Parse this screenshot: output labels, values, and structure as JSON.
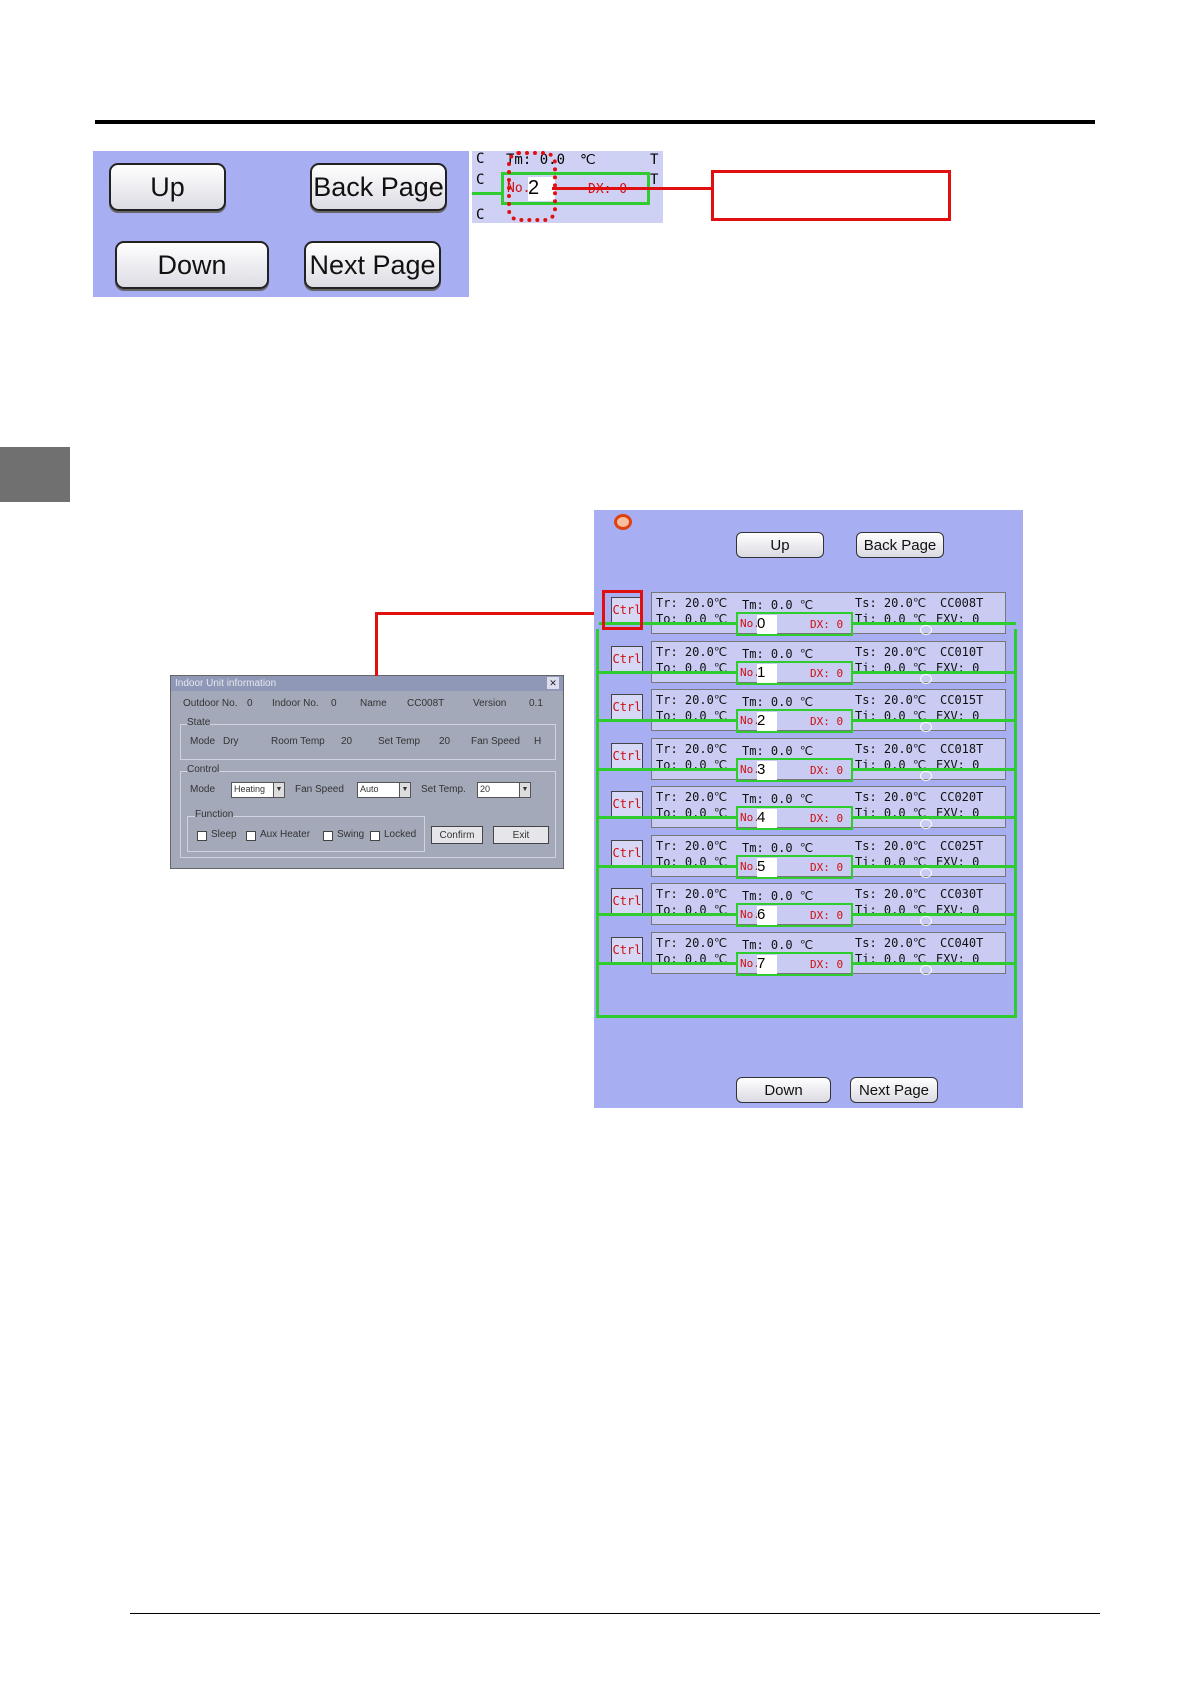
{
  "nav_buttons": {
    "up": "Up",
    "back_page": "Back Page",
    "down": "Down",
    "next_page": "Next Page"
  },
  "zoom": {
    "left_frag": "C",
    "tm_top": "Tm: 0.0",
    "unit": "℃",
    "no_label": "No.",
    "no_value": "2",
    "dx_text": "DX: 0",
    "right_frag": "T"
  },
  "dialog": {
    "title": "Indoor Unit information",
    "close": "✕",
    "outdoor_no_label": "Outdoor No.",
    "outdoor_no": "0",
    "indoor_no_label": "Indoor No.",
    "indoor_no": "0",
    "name_label": "Name",
    "name": "CC008T",
    "version_label": "Version",
    "version": "0.1",
    "state_label": "State",
    "mode_label": "Mode",
    "mode": "Dry",
    "room_temp_label": "Room Temp",
    "room_temp": "20",
    "set_temp_label": "Set Temp",
    "set_temp": "20",
    "fan_speed_label": "Fan Speed",
    "fan_speed": "H",
    "control_label": "Control",
    "ctrl_mode_label": "Mode",
    "ctrl_mode": "Heating",
    "ctrl_fan_label": "Fan Speed",
    "ctrl_fan": "Auto",
    "ctrl_set_label": "Set Temp.",
    "ctrl_set": "20",
    "function_label": "Function",
    "sleep": "Sleep",
    "aux_heater": "Aux Heater",
    "swing": "Swing",
    "locked": "Locked",
    "confirm": "Confirm",
    "exit": "Exit"
  },
  "panel": {
    "up": "Up",
    "back_page": "Back Page",
    "down": "Down",
    "next_page": "Next Page",
    "ctrl_label": "Ctrl",
    "no_label": "No.",
    "units": [
      {
        "no": "0",
        "name": "CC008T",
        "tr": "Tr: 20.0℃",
        "to": "To: 0.0 ℃",
        "tm": "Tm: 0.0 ℃",
        "ts": "Ts: 20.0℃",
        "ti": "Ti: 0.0 ℃",
        "exv": "EXV: 0",
        "dx": "DX: 0"
      },
      {
        "no": "1",
        "name": "CC010T",
        "tr": "Tr: 20.0℃",
        "to": "To: 0.0 ℃",
        "tm": "Tm: 0.0 ℃",
        "ts": "Ts: 20.0℃",
        "ti": "Ti: 0.0 ℃",
        "exv": "EXV: 0",
        "dx": "DX: 0"
      },
      {
        "no": "2",
        "name": "CC015T",
        "tr": "Tr: 20.0℃",
        "to": "To: 0.0 ℃",
        "tm": "Tm: 0.0 ℃",
        "ts": "Ts: 20.0℃",
        "ti": "Ti: 0.0 ℃",
        "exv": "EXV: 0",
        "dx": "DX: 0"
      },
      {
        "no": "3",
        "name": "CC018T",
        "tr": "Tr: 20.0℃",
        "to": "To: 0.0 ℃",
        "tm": "Tm: 0.0 ℃",
        "ts": "Ts: 20.0℃",
        "ti": "Ti: 0.0 ℃",
        "exv": "EXV: 0",
        "dx": "DX: 0"
      },
      {
        "no": "4",
        "name": "CC020T",
        "tr": "Tr: 20.0℃",
        "to": "To: 0.0 ℃",
        "tm": "Tm: 0.0 ℃",
        "ts": "Ts: 20.0℃",
        "ti": "Ti: 0.0 ℃",
        "exv": "EXV: 0",
        "dx": "DX: 0"
      },
      {
        "no": "5",
        "name": "CC025T",
        "tr": "Tr: 20.0℃",
        "to": "To: 0.0 ℃",
        "tm": "Tm: 0.0 ℃",
        "ts": "Ts: 20.0℃",
        "ti": "Ti: 0.0 ℃",
        "exv": "EXV: 0",
        "dx": "DX: 0"
      },
      {
        "no": "6",
        "name": "CC030T",
        "tr": "Tr: 20.0℃",
        "to": "To: 0.0 ℃",
        "tm": "Tm: 0.0 ℃",
        "ts": "Ts: 20.0℃",
        "ti": "Ti: 0.0 ℃",
        "exv": "EXV: 0",
        "dx": "DX: 0"
      },
      {
        "no": "7",
        "name": "CC040T",
        "tr": "Tr: 20.0℃",
        "to": "To: 0.0 ℃",
        "tm": "Tm: 0.0 ℃",
        "ts": "Ts: 20.0℃",
        "ti": "Ti: 0.0 ℃",
        "exv": "EXV: 0",
        "dx": "DX: 0"
      }
    ]
  },
  "colors": {
    "panel_bg": "#a7aef2",
    "highlight_red": "#e01010",
    "pipe_green": "#2ecc2e"
  },
  "icons": {
    "status_icon": "alarm-icon",
    "valve_icon": "valve-icon",
    "close_icon": "close-icon"
  }
}
